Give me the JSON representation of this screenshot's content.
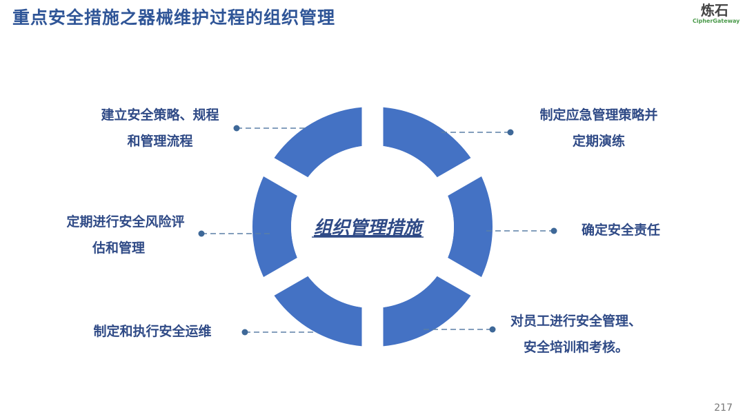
{
  "title": "重点安全措施之器械维护过程的组织管理",
  "logo": {
    "cn": "炼石",
    "en": "CipherGateway"
  },
  "center_label": "组织管理措施",
  "items": [
    {
      "line1": "建立安全策略、规程",
      "line2": "和管理流程"
    },
    {
      "line1": "制定应急管理策略并",
      "line2": "定期演练"
    },
    {
      "line1": "定期进行安全风险评",
      "line2": "估和管理"
    },
    {
      "line1": "确定安全责任"
    },
    {
      "line1": "制定和执行安全运维"
    },
    {
      "line1": "对员工进行安全管理、",
      "line2": "安全培训和考核。"
    }
  ],
  "page_number": "217",
  "colors": {
    "segment": "#4472C4",
    "text": "#2F4A86",
    "connector": "#5A7FA6",
    "dot": "#3E6898"
  }
}
